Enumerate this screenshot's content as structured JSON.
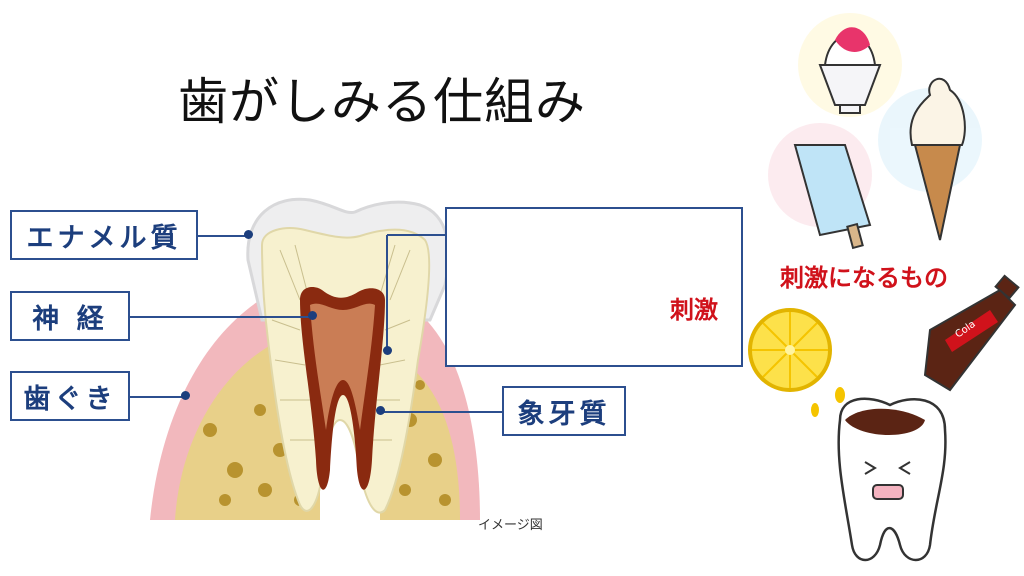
{
  "title": "歯がしみる仕組み",
  "labels": {
    "enamel": "エナメル質",
    "nerve": "神 経",
    "gum": "歯ぐき",
    "dentin": "象牙質"
  },
  "inset": {
    "stimulus_label": "刺激"
  },
  "triggers": {
    "title": "刺激になるもの",
    "items": [
      "shaved-ice",
      "soft-serve-cone",
      "ice-pop",
      "lemon",
      "cola"
    ],
    "bottle_text": "Cola"
  },
  "caption": "イメージ図",
  "colors": {
    "label_border": "#2c4f8f",
    "label_text": "#1c3e7d",
    "accent_red": "#d0121b",
    "gum_pink": "#f2b8bd",
    "bone": "#e8d089",
    "dentin": "#f7f1cf",
    "pulp": "#8a2a10"
  }
}
